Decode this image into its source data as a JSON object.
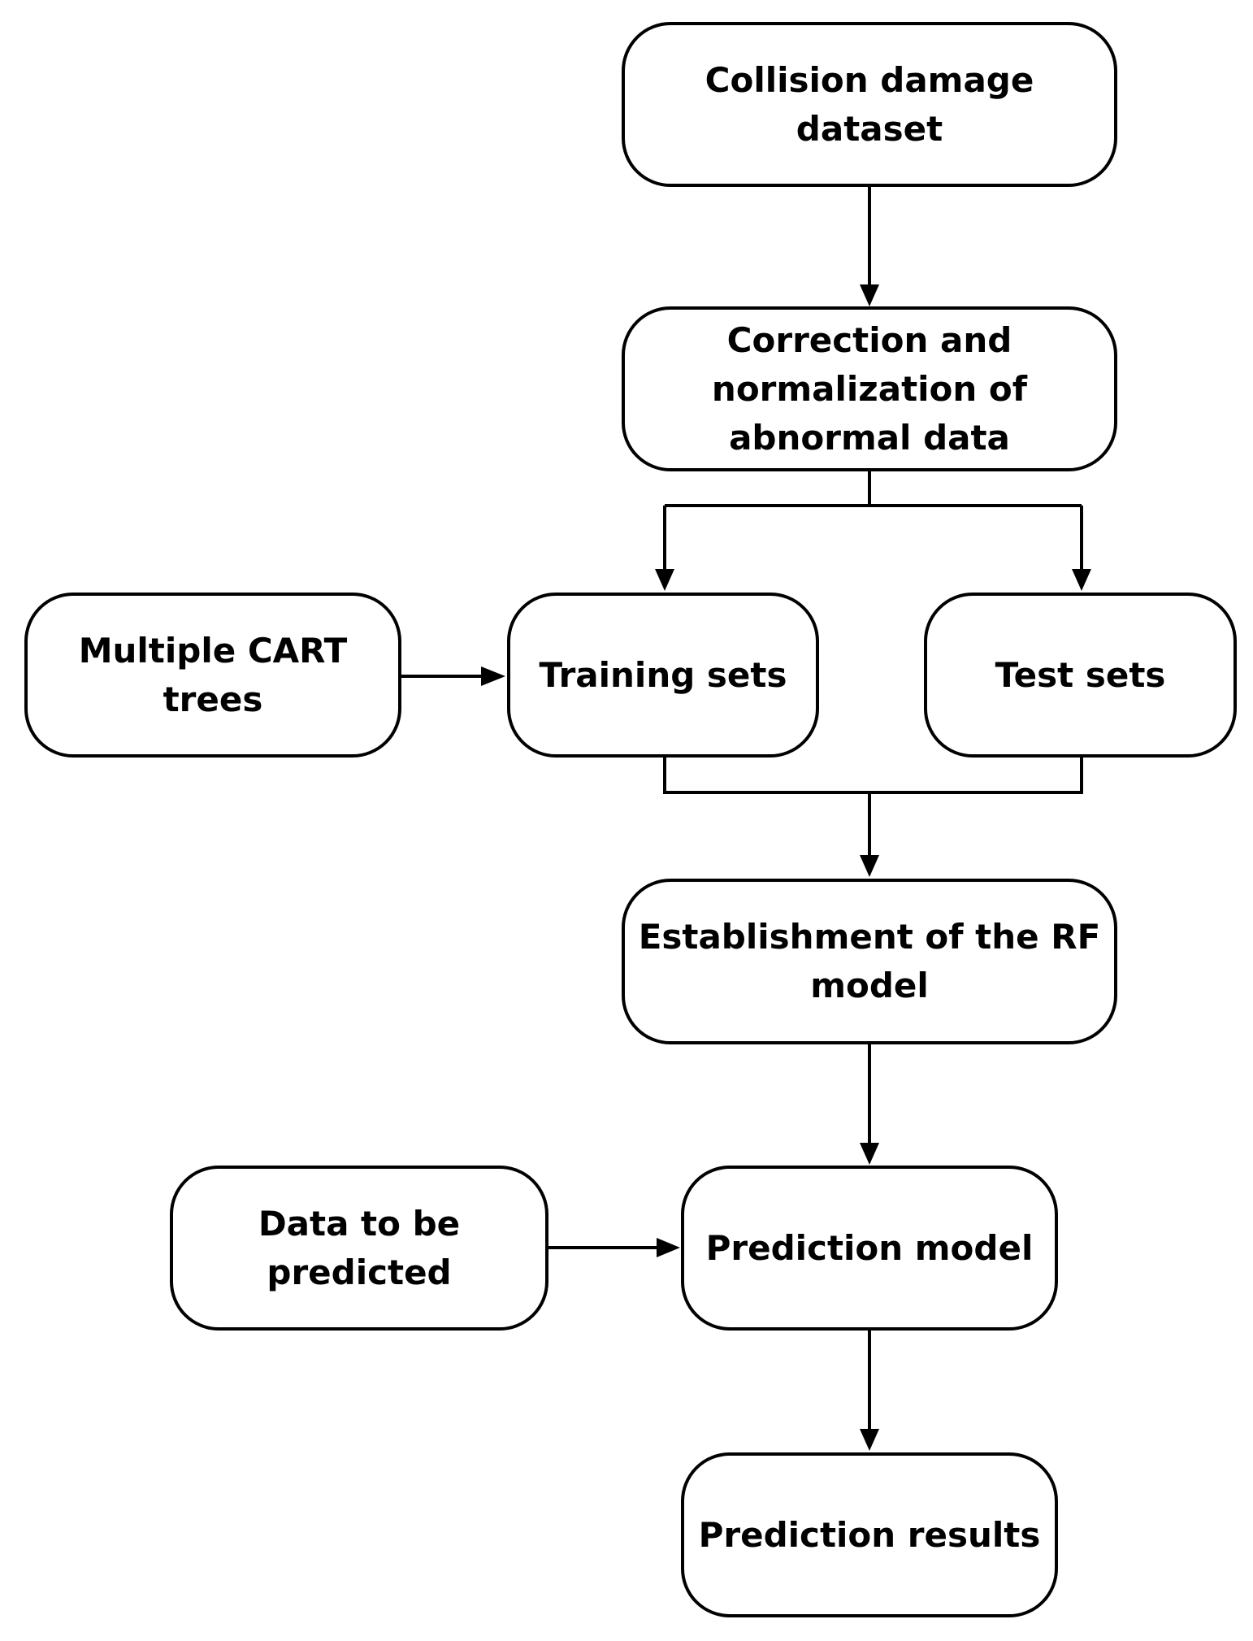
{
  "nodes": {
    "dataset": "Collision damage dataset",
    "correction": "Correction and normalization of abnormal data",
    "cart": "Multiple CART trees",
    "training": "Training sets",
    "test": "Test sets",
    "rf": "Establishment of the RF model",
    "to_predict": "Data to be predicted",
    "prediction_model": "Prediction model",
    "results": "Prediction results"
  },
  "colors": {
    "stroke": "#000000",
    "fill": "#ffffff",
    "text": "#000000"
  }
}
